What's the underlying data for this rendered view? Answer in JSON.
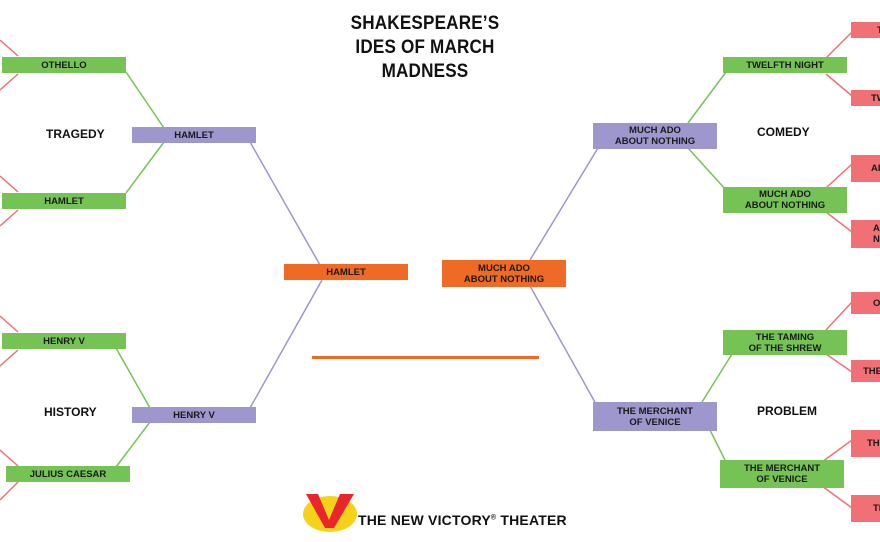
{
  "title": "SHAKESPEARE’S\nIDES OF MARCH MADNESS",
  "categories": {
    "tragedy": "TRAGEDY",
    "history": "HISTORY",
    "comedy": "COMEDY",
    "problem": "PROBLEM"
  },
  "left": {
    "round2": [
      "OTHELLO",
      "HAMLET",
      "HENRY V",
      "JULIUS CAESAR"
    ],
    "semis": [
      "HAMLET",
      "HENRY V"
    ],
    "final": "HAMLET"
  },
  "right": {
    "round1_partial": [
      "T",
      "TW",
      "AI",
      "A\nN",
      "O",
      "THE",
      "TH",
      "TH"
    ],
    "round2": [
      "TWELFTH NIGHT",
      "MUCH ADO\nABOUT NOTHING",
      "THE TAMING\nOF THE SHREW",
      "THE MERCHANT\nOF VENICE"
    ],
    "semis": [
      "MUCH ADO\nABOUT NOTHING",
      "THE MERCHANT\nOF VENICE"
    ],
    "final": "MUCH ADO\nABOUT NOTHING"
  },
  "brand": {
    "name": "THE NEW VICTORY",
    "trademark": "®",
    "suffix": " THEATER",
    "logo": "new-victory-logo"
  },
  "colors": {
    "green": "#76c355",
    "purple": "#9d97cd",
    "orange": "#ee6a25",
    "red": "#f07076",
    "line_red": "#f07076",
    "line_green": "#76c355",
    "line_purple": "#9d97cd"
  }
}
